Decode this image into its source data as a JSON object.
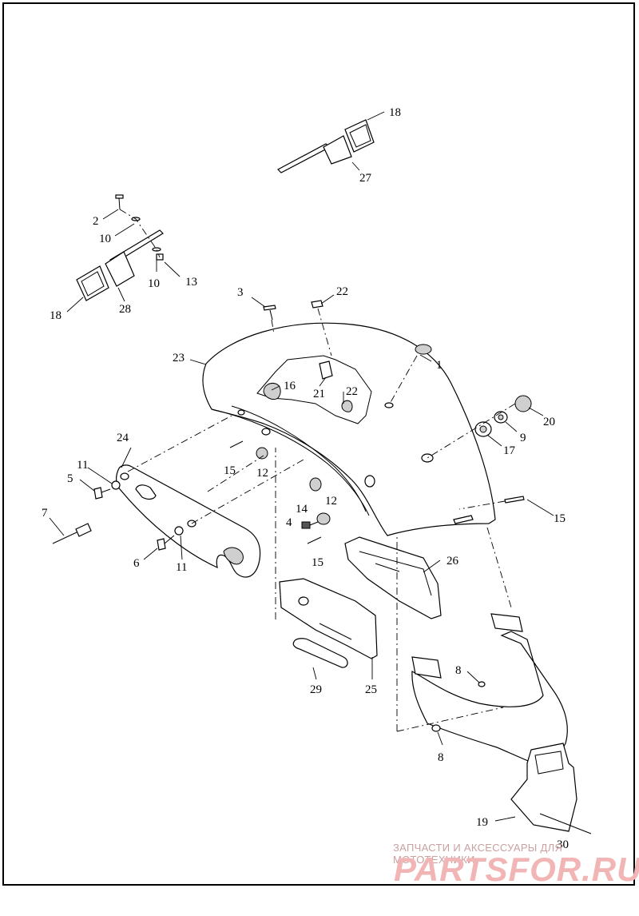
{
  "callouts": {
    "c1": "1",
    "c2": "2",
    "c3": "3",
    "c4": "4",
    "c5": "5",
    "c6": "6",
    "c7": "7",
    "c8a": "8",
    "c8b": "8",
    "c9": "9",
    "c10a": "10",
    "c10b": "10",
    "c11a": "11",
    "c11b": "11",
    "c12a": "12",
    "c12b": "12",
    "c13": "13",
    "c14": "14",
    "c15a": "15",
    "c15b": "15",
    "c15c": "15",
    "c16": "16",
    "c17": "17",
    "c18a": "18",
    "c18b": "18",
    "c19": "19",
    "c20": "20",
    "c21": "21",
    "c22a": "22",
    "c22b": "22",
    "c23": "23",
    "c24": "24",
    "c25": "25",
    "c26": "26",
    "c27": "27",
    "c28": "28",
    "c29": "29",
    "c30": "30"
  },
  "watermark": {
    "tagline": "ЗАПЧАСТИ И АКСЕССУАРЫ ДЛЯ МОТОТЕХНИКИ",
    "logo": "PARTSFOR.RU"
  },
  "colors": {
    "line": "#000000",
    "background": "#ffffff",
    "watermark": "#f2b5b5"
  }
}
